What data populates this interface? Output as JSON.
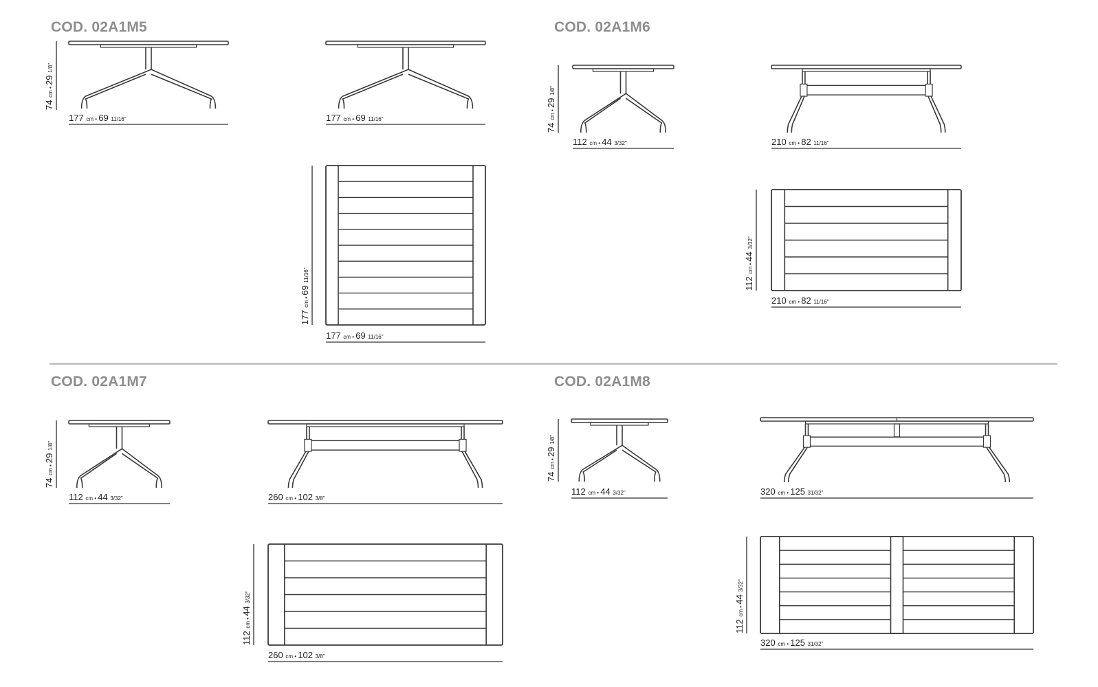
{
  "sections": [
    {
      "code": "COD. 02A1M5"
    },
    {
      "code": "COD. 02A1M6"
    },
    {
      "code": "COD. 02A1M7"
    },
    {
      "code": "COD. 02A1M8"
    }
  ],
  "dims": {
    "h74": {
      "cm": "74",
      "unit": "cm",
      "inch": "29",
      "frac": "1/8\""
    },
    "d177": {
      "cm": "177",
      "unit": "cm",
      "inch": "69",
      "frac": "11/16\""
    },
    "d112": {
      "cm": "112",
      "unit": "cm",
      "inch": "44",
      "frac": "3/32\""
    },
    "d210": {
      "cm": "210",
      "unit": "cm",
      "inch": "82",
      "frac": "11/16\""
    },
    "d260": {
      "cm": "260",
      "unit": "cm",
      "inch": "102",
      "frac": "3/8\""
    },
    "d320": {
      "cm": "320",
      "unit": "cm",
      "inch": "125",
      "frac": "31/32\""
    }
  },
  "drawings": [
    {
      "name": "m5-side-a",
      "kind": "side-pedestal",
      "dims": [
        "d177",
        "h74"
      ]
    },
    {
      "name": "m5-side-b",
      "kind": "side-pedestal",
      "dims": [
        "d177"
      ]
    },
    {
      "name": "m5-top",
      "kind": "plan",
      "slats": 10,
      "split": false,
      "dims": [
        "d177",
        "d177"
      ]
    },
    {
      "name": "m6-side-a",
      "kind": "side-pedestal",
      "dims": [
        "d112",
        "h74"
      ]
    },
    {
      "name": "m6-side-b",
      "kind": "side-trestle",
      "dims": [
        "d210"
      ]
    },
    {
      "name": "m6-top",
      "kind": "plan",
      "slats": 6,
      "split": false,
      "dims": [
        "d210",
        "d112"
      ]
    },
    {
      "name": "m7-side-a",
      "kind": "side-pedestal",
      "dims": [
        "d112",
        "h74"
      ]
    },
    {
      "name": "m7-side-b",
      "kind": "side-trestle",
      "dims": [
        "d260"
      ]
    },
    {
      "name": "m7-top",
      "kind": "plan",
      "slats": 6,
      "split": false,
      "dims": [
        "d260",
        "d112"
      ]
    },
    {
      "name": "m8-side-a",
      "kind": "side-pedestal",
      "dims": [
        "d112",
        "h74"
      ]
    },
    {
      "name": "m8-side-b",
      "kind": "side-trestle",
      "split": true,
      "dims": [
        "d320"
      ]
    },
    {
      "name": "m8-top",
      "kind": "plan",
      "slats": 7,
      "split": true,
      "dims": [
        "d320",
        "d112"
      ]
    }
  ]
}
